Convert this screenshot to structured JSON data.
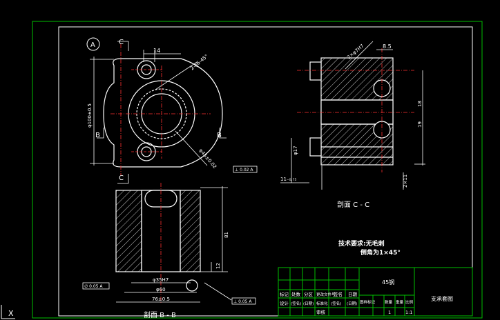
{
  "drawing": {
    "material": "45钢",
    "part_name": "支承套图",
    "tech_req_title": "技术要求:无毛刺",
    "tech_req_chamfer": "倒角为1×45°",
    "section_cc_label": "剖面 C - C",
    "section_bb_label": "剖面 B - B",
    "view_markers": {
      "A": "A",
      "B_left": "B",
      "B_right": "B",
      "C_top": "C",
      "C_bottom": "C"
    },
    "dimensions": {
      "d14": "14",
      "d8_5": "8.5",
      "d2h7": "2×φ7H7",
      "dcc": "2-φ6-45°",
      "d100": "φ100±0.5",
      "d45": "φ45±0.02",
      "d17": "φ17",
      "d0_75": "11₋₀.₇₅",
      "d0_5": "2×11",
      "d19": "19",
      "d18": "18",
      "d60": "φ60",
      "d35h7": "φ35H7",
      "d76": "76±0.5",
      "d81": "81",
      "d12": "12",
      "tol1": "⊥ 0.02 A",
      "tol2": "⊥ 0.05 A",
      "tol3": "∅ 0.05 A"
    }
  },
  "title_block": {
    "row1": [
      "标记",
      "处数",
      "分区",
      "更改文件号",
      "签名",
      "日期"
    ],
    "row2": [
      "设计",
      "(签名)",
      "(日期)",
      "标准化",
      "(签名)",
      "(日期)"
    ],
    "row3": [
      "",
      "",
      "",
      "审核",
      "",
      ""
    ],
    "labels": [
      "图样标记",
      "数量",
      "重量",
      "比例"
    ],
    "qty": "1",
    "scale": "1:1"
  },
  "colors": {
    "bg": "#000000",
    "border": "#ffffff",
    "frame": "#00c000",
    "hatch": "#c0c0c0",
    "center": "#ff3030"
  }
}
